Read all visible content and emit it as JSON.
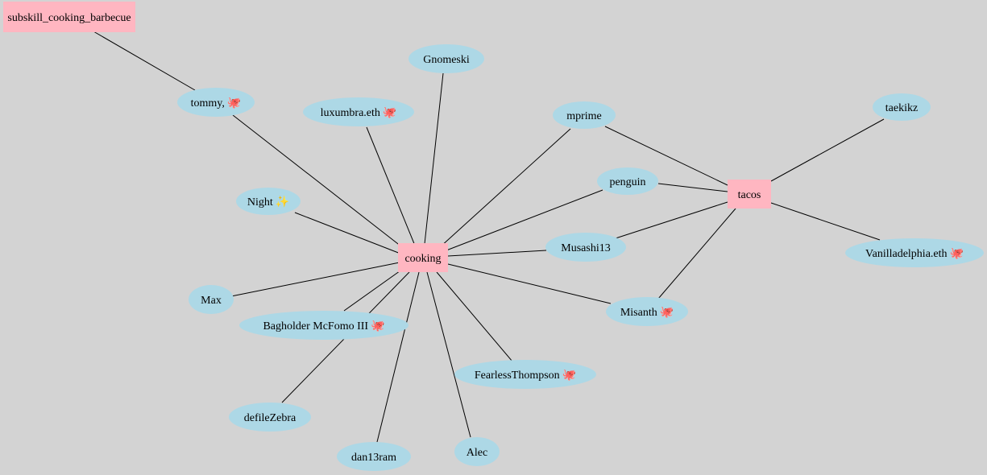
{
  "graph": {
    "background_color": "#d3d3d3",
    "skill_node_color": "#ffb6c1",
    "user_node_color": "#add8e6",
    "skills": [
      {
        "id": "cooking",
        "label": "cooking"
      },
      {
        "id": "tacos",
        "label": "tacos"
      },
      {
        "id": "subskill_cooking_barbecue",
        "label": "subskill_cooking_barbecue"
      }
    ],
    "users": [
      {
        "id": "tommy",
        "label": "tommy,",
        "badge": "🐙"
      },
      {
        "id": "luxumbra",
        "label": "luxumbra.eth",
        "badge": "🐙"
      },
      {
        "id": "gnomeski",
        "label": "Gnomeski",
        "badge": ""
      },
      {
        "id": "mprime",
        "label": "mprime",
        "badge": ""
      },
      {
        "id": "taekikz",
        "label": "taekikz",
        "badge": ""
      },
      {
        "id": "penguin",
        "label": "penguin",
        "badge": ""
      },
      {
        "id": "night",
        "label": "Night",
        "badge": "✨"
      },
      {
        "id": "musashi13",
        "label": "Musashi13",
        "badge": ""
      },
      {
        "id": "vanilladelphia",
        "label": "Vanilladelphia.eth",
        "badge": "🐙"
      },
      {
        "id": "max",
        "label": "Max",
        "badge": ""
      },
      {
        "id": "misanth",
        "label": "Misanth",
        "badge": "🐙"
      },
      {
        "id": "bagholder",
        "label": "Bagholder McFomo III",
        "badge": "🐙"
      },
      {
        "id": "fearlessthompson",
        "label": "FearlessThompson",
        "badge": "🐙"
      },
      {
        "id": "defilezebra",
        "label": "defileZebra",
        "badge": ""
      },
      {
        "id": "dan13ram",
        "label": "dan13ram",
        "badge": ""
      },
      {
        "id": "alec",
        "label": "Alec",
        "badge": ""
      }
    ],
    "edges": [
      [
        "subskill_cooking_barbecue",
        "tommy"
      ],
      [
        "tommy",
        "cooking"
      ],
      [
        "luxumbra",
        "cooking"
      ],
      [
        "gnomeski",
        "cooking"
      ],
      [
        "mprime",
        "cooking"
      ],
      [
        "penguin",
        "cooking"
      ],
      [
        "night",
        "cooking"
      ],
      [
        "musashi13",
        "cooking"
      ],
      [
        "max",
        "cooking"
      ],
      [
        "misanth",
        "cooking"
      ],
      [
        "bagholder",
        "cooking"
      ],
      [
        "fearlessthompson",
        "cooking"
      ],
      [
        "defilezebra",
        "cooking"
      ],
      [
        "dan13ram",
        "cooking"
      ],
      [
        "alec",
        "cooking"
      ],
      [
        "mprime",
        "tacos"
      ],
      [
        "penguin",
        "tacos"
      ],
      [
        "musashi13",
        "tacos"
      ],
      [
        "misanth",
        "tacos"
      ],
      [
        "taekikz",
        "tacos"
      ],
      [
        "vanilladelphia",
        "tacos"
      ]
    ]
  }
}
